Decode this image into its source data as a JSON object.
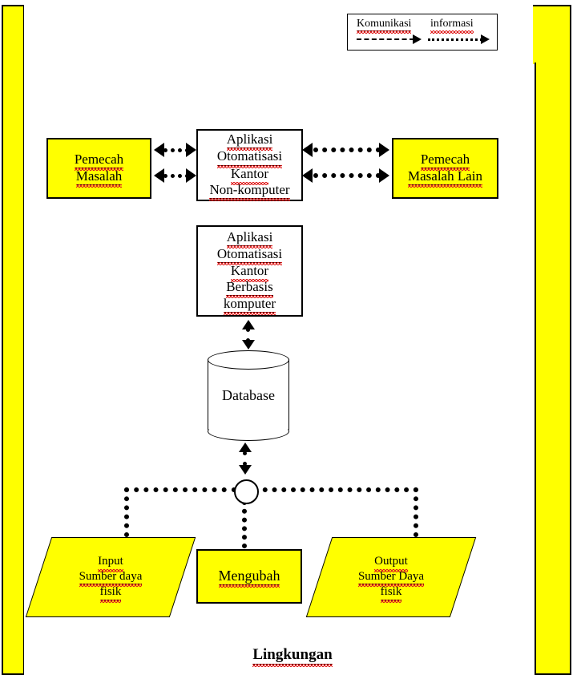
{
  "document": {
    "caption": "Lingkungan",
    "colors": {
      "highlight": "#ffff00",
      "outline": "#000000",
      "spellcheck_underline": "#e02020",
      "background": "#ffffff"
    }
  },
  "legend": {
    "communication_label": "Komunikasi",
    "information_label": "informasi",
    "communication_line_style": "dashed",
    "information_line_style": "dotted"
  },
  "nodes": {
    "problem_solver": {
      "lines": [
        "Pemecah",
        "Masalah"
      ],
      "fill": "#ffff00"
    },
    "other_problem_solver": {
      "lines": [
        "Pemecah",
        "Masalah Lain"
      ],
      "fill": "#ffff00"
    },
    "non_computer_office_app": {
      "lines": [
        "Aplikasi",
        "Otomatisasi",
        "Kantor",
        "Non-komputer"
      ],
      "fill": "#ffffff"
    },
    "computer_office_app": {
      "lines": [
        "Aplikasi",
        "Otomatisasi",
        "Kantor",
        "Berbasis",
        "komputer"
      ],
      "fill": "#ffffff"
    },
    "database": {
      "label": "Database",
      "shape": "cylinder"
    },
    "transform": {
      "label": "Mengubah",
      "fill": "#ffff00",
      "shape": "rectangle"
    },
    "input_resource": {
      "lines": [
        "Input",
        "Sumber daya",
        "fisik"
      ],
      "fill": "#ffff00",
      "shape": "parallelogram"
    },
    "output_resource": {
      "lines": [
        "Output",
        "Sumber Daya",
        "fisik"
      ],
      "fill": "#ffff00",
      "shape": "parallelogram"
    }
  }
}
